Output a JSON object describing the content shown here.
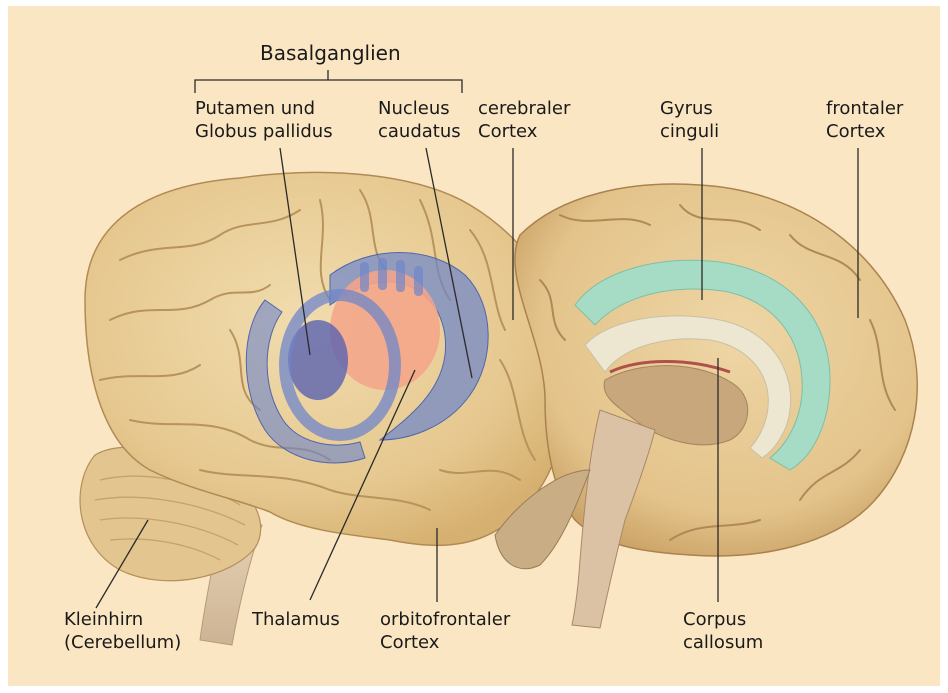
{
  "colors": {
    "background": "#fbe6c4",
    "brain_tan": "#e9cf9a",
    "gyrus_cinguli": "#a6dcc6",
    "basal_ganglia_blue": "#6f86c9",
    "putamen_pink": "#f4a58a",
    "leader_line": "#2a2a2a"
  },
  "labels": {
    "basalganglien": "Basalganglien",
    "putamen_line1": "Putamen und",
    "putamen_line2": "Globus pallidus",
    "caudatus_line1": "Nucleus",
    "caudatus_line2": "caudatus",
    "cerebral_line1": "cerebraler",
    "cerebral_line2": "Cortex",
    "gyrus_line1": "Gyrus",
    "gyrus_line2": "cinguli",
    "frontal_line1": "frontaler",
    "frontal_line2": "Cortex",
    "kleinhirn_line1": "Kleinhirn",
    "kleinhirn_line2": "(Cerebellum)",
    "thalamus": "Thalamus",
    "orbito_line1": "orbitofrontaler",
    "orbito_line2": "Cortex",
    "corpus_line1": "Corpus",
    "corpus_line2": "callosum"
  }
}
